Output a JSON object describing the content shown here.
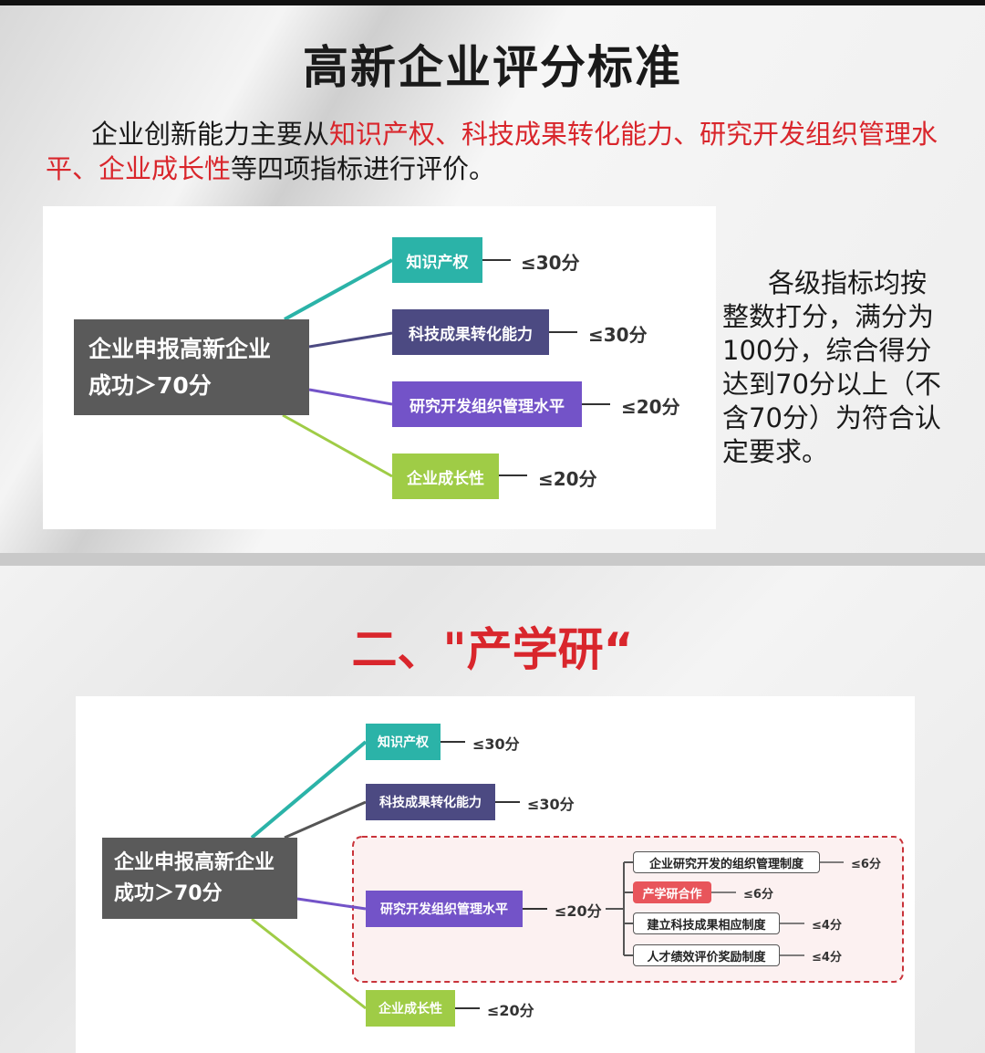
{
  "section1": {
    "title": "高新企业评分标准",
    "intro": {
      "p1": "企业创新能力主要从",
      "r1": "知识产权、科技成果转化能力、研究开发组织管理水平、企业成长性",
      "p2": "等四项指标进行评价。"
    },
    "diagram": {
      "root_line1": "企业申报高新企业",
      "root_line2": "成功＞70分",
      "branches": [
        {
          "label": "知识产权",
          "score": "≤30分",
          "color": "#2bb3a8"
        },
        {
          "label": "科技成果转化能力",
          "score": "≤30分",
          "color": "#4c4a82"
        },
        {
          "label": "研究开发组织管理水平",
          "score": "≤20分",
          "color": "#7353c8"
        },
        {
          "label": "企业成长性",
          "score": "≤20分",
          "color": "#9fcc46"
        }
      ]
    },
    "side_note": "各级指标均按整数打分，满分为100分，综合得分达到70分以上（不含70分）为符合认定要求。"
  },
  "section2": {
    "title": "二、\"产学研“",
    "diagram": {
      "root_line1": "企业申报高新企业",
      "root_line2": "成功＞70分",
      "branches": [
        {
          "label": "知识产权",
          "score": "≤30分"
        },
        {
          "label": "科技成果转化能力",
          "score": "≤30分"
        },
        {
          "label": "研究开发组织管理水平",
          "score": "≤20分"
        },
        {
          "label": "企业成长性",
          "score": "≤20分"
        }
      ],
      "sub_items": [
        {
          "label": "企业研究开发的组织管理制度",
          "score": "≤6分"
        },
        {
          "label": "产学研合作",
          "score": "≤6分"
        },
        {
          "label": "建立科技成果相应制度",
          "score": "≤4分"
        },
        {
          "label": "人才绩效评价奖励制度",
          "score": "≤4分"
        }
      ]
    }
  },
  "colors": {
    "accent_red": "#d9262c",
    "teal": "#2bb3a8",
    "navy": "#4c4a82",
    "purple": "#7353c8",
    "lime": "#9fcc46",
    "highlight": "#e8555b",
    "root": "#5a5a5a"
  }
}
